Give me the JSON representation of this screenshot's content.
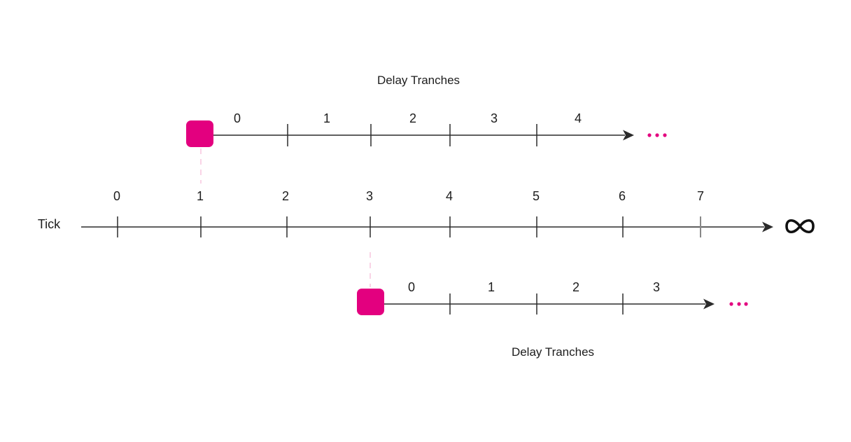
{
  "colors": {
    "line": "#2b2b2b",
    "accent": "#e3007f",
    "dash": "#f7c6de",
    "grey_tick": "#888888"
  },
  "main_timeline": {
    "label": "Tick",
    "ticks": [
      "0",
      "1",
      "2",
      "3",
      "4",
      "5",
      "6",
      "7"
    ],
    "end_symbol": "∞",
    "end_icon": "infinity-icon"
  },
  "top_tranche": {
    "caption": "Delay Tranches",
    "labels": [
      "0",
      "1",
      "2",
      "3",
      "4"
    ],
    "continuation": "...",
    "anchor_tick": "1"
  },
  "bottom_tranche": {
    "caption": "Delay Tranches",
    "labels": [
      "0",
      "1",
      "2",
      "3"
    ],
    "continuation": "...",
    "anchor_tick": "3"
  }
}
